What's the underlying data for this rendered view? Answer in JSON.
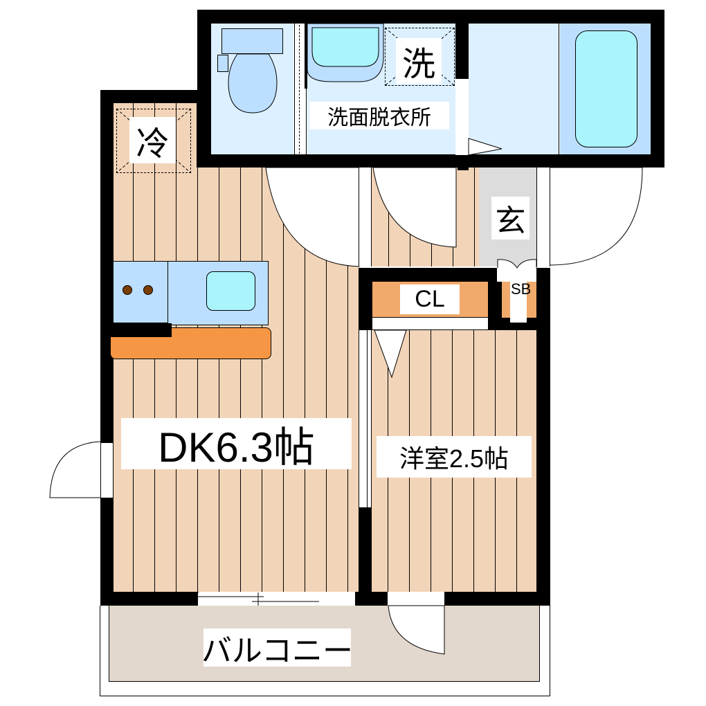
{
  "floor_plan": {
    "rooms": {
      "dk": {
        "label": "DK6.3帖",
        "type": "dining-kitchen",
        "size_jo": 6.3
      },
      "western_room": {
        "label": "洋室2.5帖",
        "type": "western-room",
        "size_jo": 2.5
      },
      "washroom": {
        "label": "洗面脱衣所",
        "type": "washroom"
      },
      "entrance": {
        "label": "玄",
        "type": "entrance"
      },
      "closet": {
        "label": "CL",
        "type": "closet"
      },
      "shoe_box": {
        "label": "SB",
        "type": "shoe-box"
      },
      "balcony": {
        "label": "バルコニー",
        "type": "balcony"
      }
    },
    "fixtures": {
      "fridge_space": {
        "label": "冷"
      },
      "washer_space": {
        "label": "洗"
      },
      "toilet": {
        "label": ""
      },
      "bathtub": {
        "label": ""
      },
      "kitchen_sink": {
        "label": ""
      },
      "stove": {
        "label": ""
      }
    },
    "colors": {
      "wall": "#000000",
      "wood_floor": "#f2d4b8",
      "wet_area": "#dcf0ff",
      "fixture_blue": "#bddfff",
      "water": "#aaf4fc",
      "counter_orange": "#f59645",
      "storage_orange": "#f2aa6c",
      "entrance_gray": "#dcdcdc",
      "balcony": "#e2d8ce",
      "burner": "#7a3d00"
    }
  }
}
